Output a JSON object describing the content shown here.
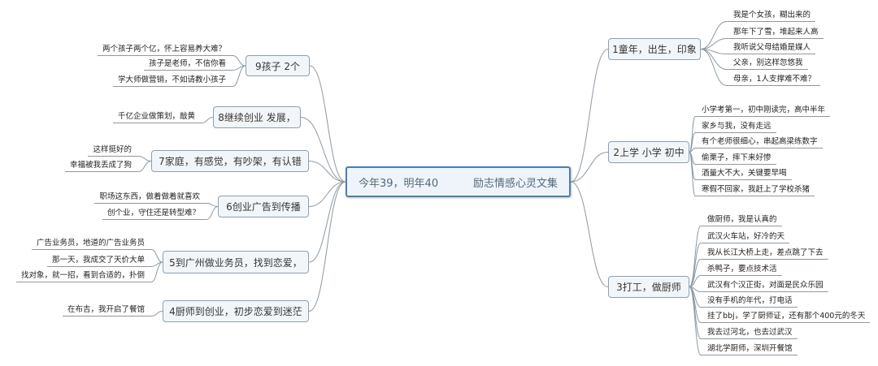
{
  "central_topic": {
    "parts": [
      "今年39，明年40",
      "励志情感心灵文集"
    ]
  },
  "branches": [
    {
      "label": "1童年，出生，印象",
      "children": [
        "我是个女孩，糊出来的",
        "那年下了雪，堆起来人高",
        "我听说父母结婚是媒人",
        "父亲，别这样忽悠我",
        "母亲，1人支撑难不难？"
      ]
    },
    {
      "label": "2上学 小学 初中",
      "children": [
        "小学考第一，初中刚读完，高中半年",
        "家乡与我，没有走远",
        "有个老师很细心，串起高梁练数字",
        "偷栗子，摔下来好惨",
        "酒量大不大，关键要早喝",
        "寒假不回家，我赶上了学校杀猪"
      ]
    },
    {
      "label": "3打工，做厨师",
      "children": [
        "做厨师，我是认真的",
        "武汉火车站，好冷的天",
        "我从长江大桥上走，差点跳了下去",
        "杀鸭子，要点技术活",
        "武汉有个汉正街，对面是民众乐园",
        "没有手机的年代，打电话",
        "挂了bbj，学了厨师证，还有那个400元的冬天",
        "我去过河北，也去过武汉",
        "湖北学厨师，深圳开餐馆"
      ]
    },
    {
      "label": "4厨师到创业，初步恋爱到迷茫",
      "children": [
        "在布吉，我开启了餐馆"
      ]
    },
    {
      "label": "5到广州做业务员，找到恋爱，",
      "children": [
        "广告业务员，地道的广告业务员",
        "那一天，我成交了天价大单",
        "找对象，就一招，看到合适的，扑倒"
      ]
    },
    {
      "label": "6创业广告到传播",
      "children": [
        "职场这东西，做着做着就喜欢",
        "创个业，守住还是转型难？"
      ]
    },
    {
      "label": "7家庭，有感觉，有吵架，有认错",
      "children": [
        "这样挺好的",
        "幸福被我丢成了狗"
      ]
    },
    {
      "label": "8继续创业 发展，",
      "children": [
        "千亿企业做策划，敲黄"
      ]
    },
    {
      "label": "9孩子 2个",
      "children": [
        "两个孩子两个亿，怀上容易养大难？",
        "孩子是老师，不信你看",
        "学大师做营销，不如请教小孩子"
      ]
    }
  ],
  "colors": {
    "central_border": "#4b7eb2",
    "central_fill": "#eef4fa",
    "central_text": "#55687a",
    "topic_border": "#8aa0b4",
    "topic_fill": "#f3f6f9",
    "connector": "#8c99a3"
  }
}
